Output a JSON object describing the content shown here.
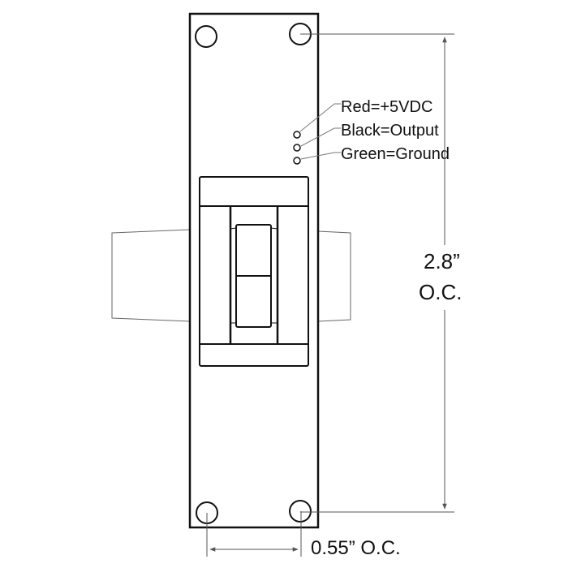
{
  "wire_labels": {
    "red": "Red=+5VDC",
    "black": "Black=Output",
    "green": "Green=Ground"
  },
  "dimensions": {
    "vertical_value": "2.8”",
    "vertical_unit": "O.C.",
    "horizontal": "0.55” O.C."
  },
  "colors": {
    "line": "#111111",
    "dim_line": "#555555"
  }
}
